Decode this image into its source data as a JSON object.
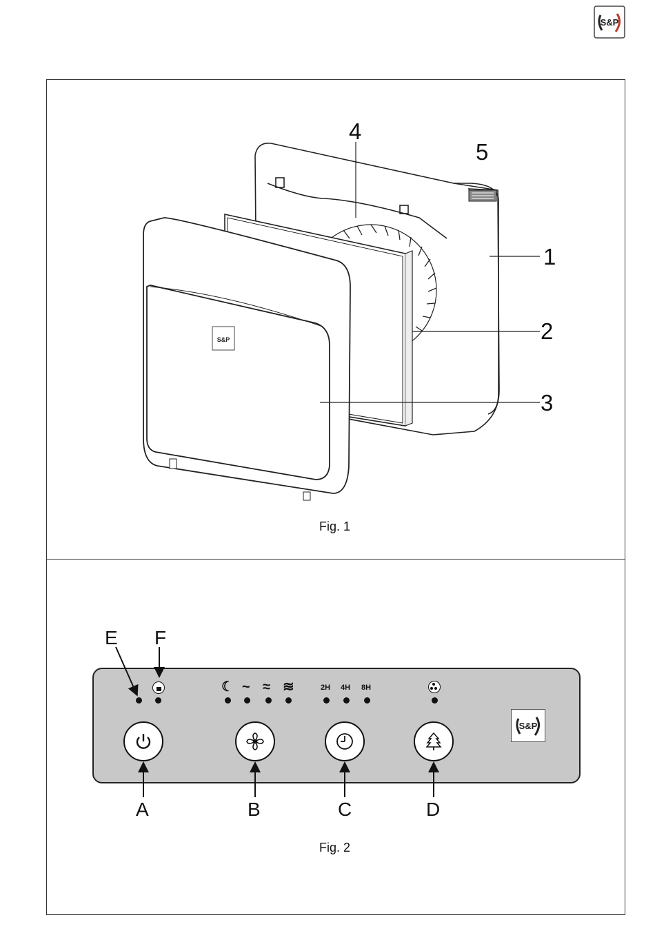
{
  "brand": {
    "logo_text": "S&P"
  },
  "figure1": {
    "caption": "Fig. 1",
    "callouts": [
      "1",
      "2",
      "3",
      "4",
      "5"
    ]
  },
  "figure2": {
    "caption": "Fig. 2",
    "indicator_labels": {
      "e": "E",
      "f": "F"
    },
    "button_labels": {
      "a": "A",
      "b": "B",
      "c": "C",
      "d": "D"
    },
    "timer_labels": [
      "2H",
      "4H",
      "8H"
    ],
    "panel_color": "#c8c8c8"
  }
}
